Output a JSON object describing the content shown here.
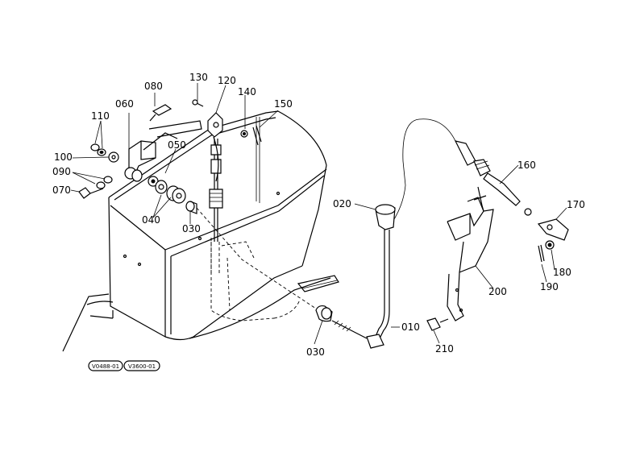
{
  "part_labels": {
    "p010": "010",
    "p020": "020",
    "p030a": "030",
    "p030b": "030",
    "p040": "040",
    "p050": "050",
    "p060": "060",
    "p070": "070",
    "p080": "080",
    "p090": "090",
    "p100": "100",
    "p110": "110",
    "p120": "120",
    "p130": "130",
    "p140": "140",
    "p150": "150",
    "p160": "160",
    "p170": "170",
    "p180": "180",
    "p190": "190",
    "p200": "200",
    "p210": "210"
  },
  "model_refs": [
    "V0488-01",
    "V3600-01"
  ]
}
